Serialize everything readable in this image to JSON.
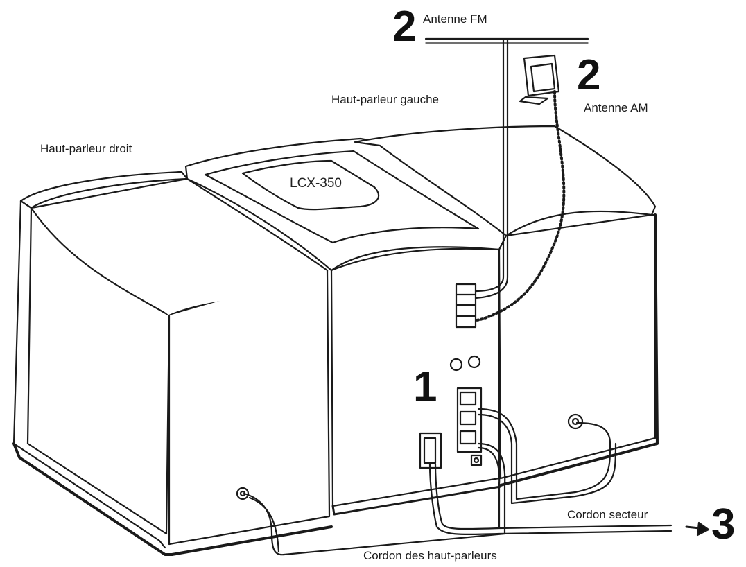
{
  "diagram": {
    "model_name": "LCX-350",
    "labels": {
      "fm_antenna": "Antenne FM",
      "am_antenna": "Antenne AM",
      "left_speaker": "Haut-parleur gauche",
      "right_speaker": "Haut-parleur droit",
      "power_cord": "Cordon secteur",
      "speaker_cord": "Cordon des haut-parleurs"
    },
    "steps": {
      "speakers": "1",
      "fm_antenna": "2",
      "am_antenna": "2",
      "power": "3"
    }
  }
}
